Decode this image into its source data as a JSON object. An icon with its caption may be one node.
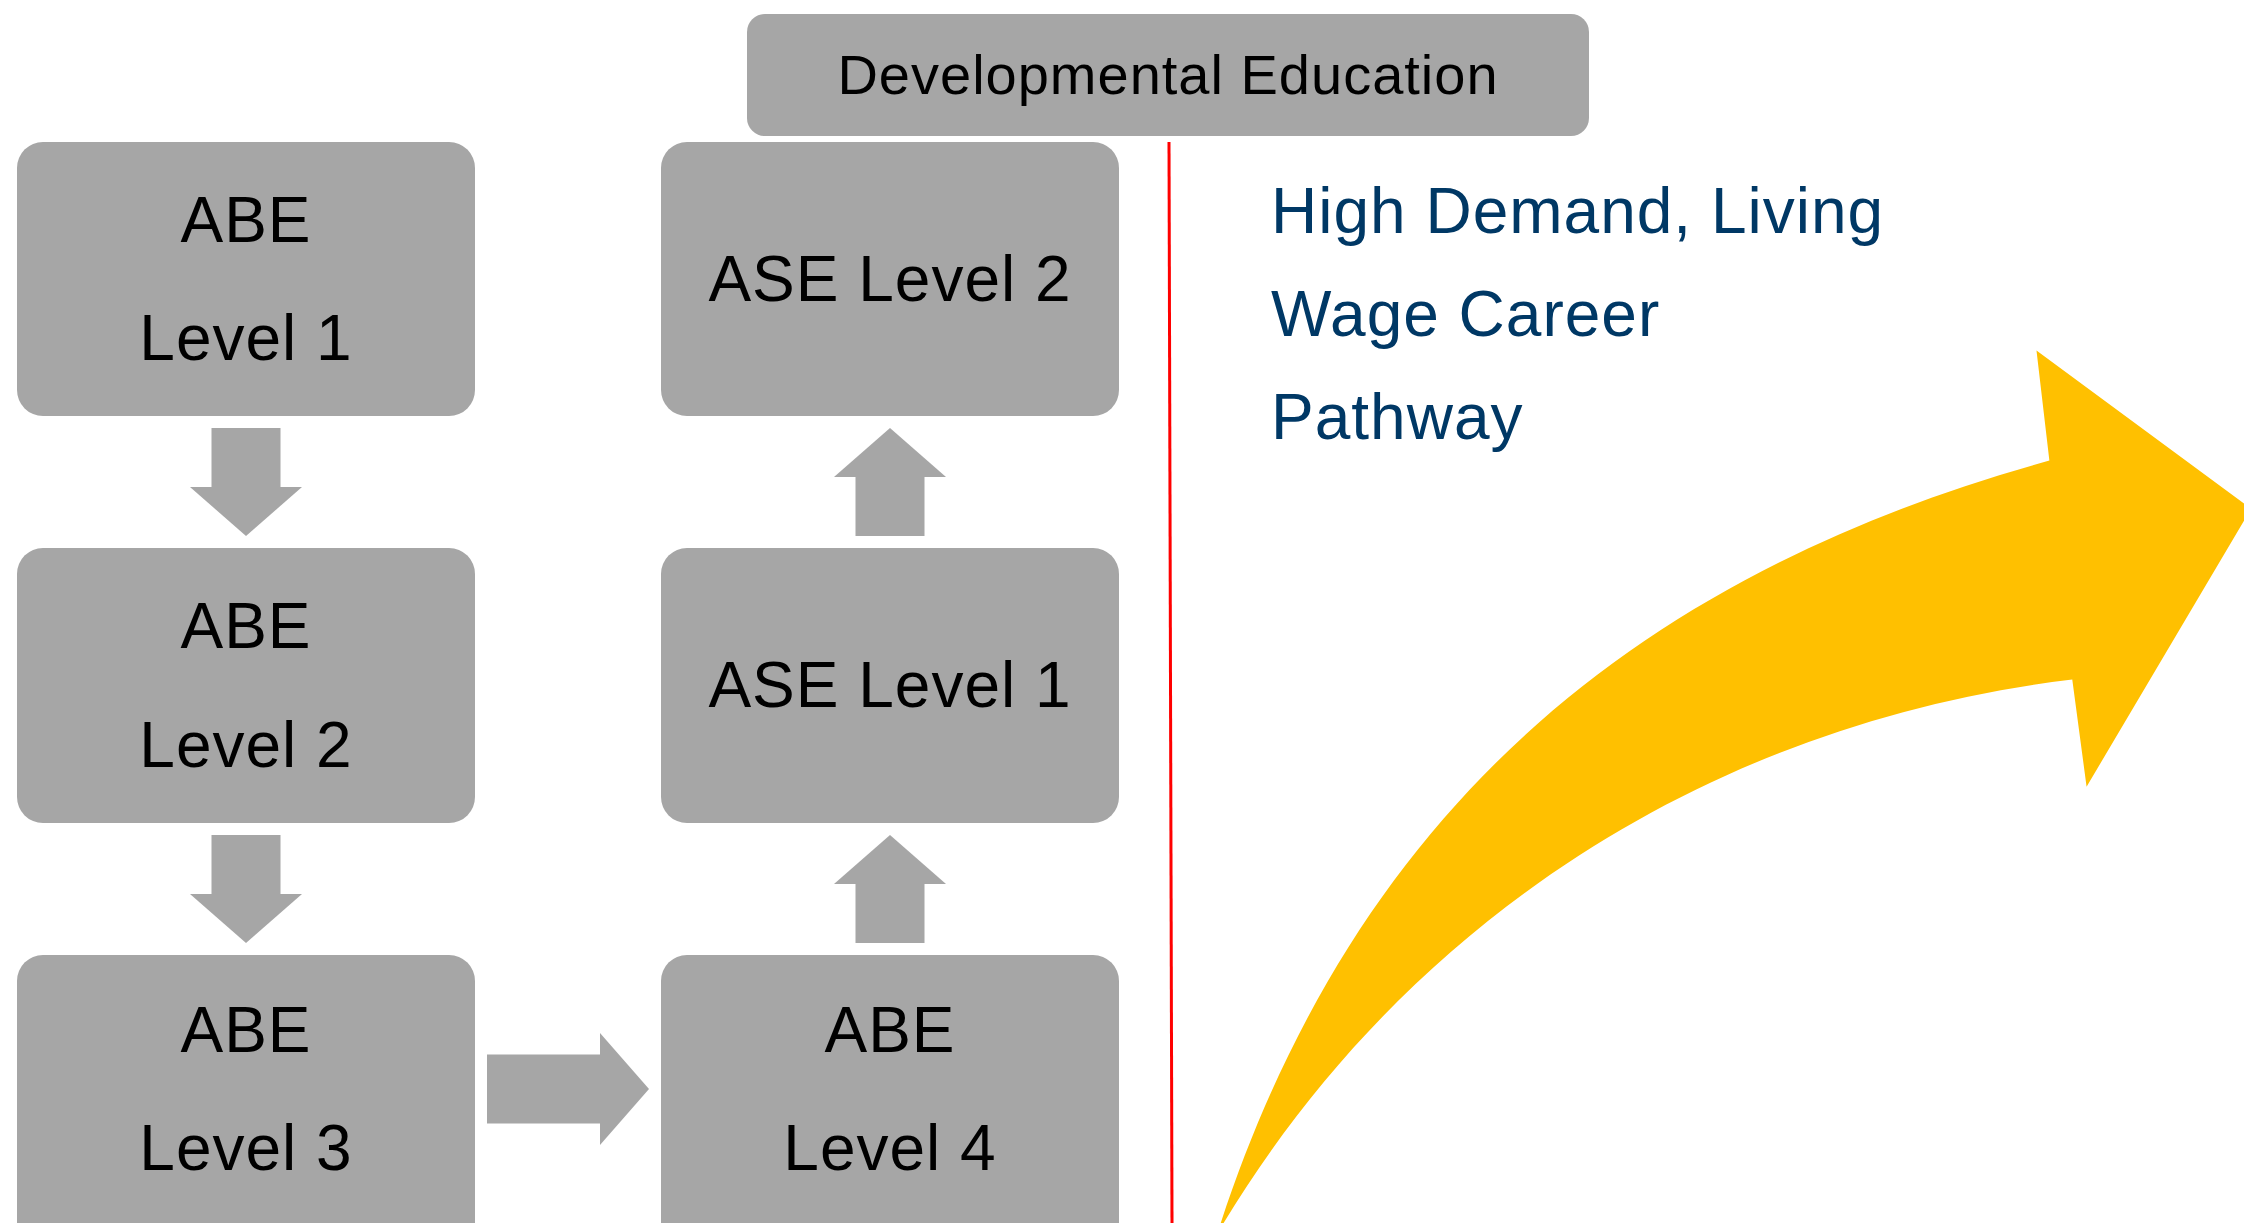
{
  "diagram": {
    "nodes": [
      {
        "text": [
          "Developmental Education"
        ]
      },
      {
        "text": [
          "ABE Level 1"
        ]
      },
      {
        "text": [
          "ABE Level 2"
        ]
      },
      {
        "text": [
          "ABE Level 3"
        ]
      },
      {
        "text": [
          "ABE Level 4"
        ]
      },
      {
        "text": [
          "ASE Level 1"
        ]
      },
      {
        "text": [
          "ASE Level 2"
        ]
      }
    ],
    "edges": [
      {
        "from": 1,
        "to": 2,
        "arrow": "to"
      },
      {
        "from": 2,
        "to": 3,
        "arrow": "to"
      },
      {
        "from": 3,
        "to": 4,
        "arrow": "to"
      },
      {
        "from": 4,
        "to": 5,
        "arrow": "to"
      },
      {
        "from": 5,
        "to": 6,
        "arrow": "to"
      }
    ],
    "labels": [
      "High Demand, Living Wage Career Pathway"
    ]
  }
}
